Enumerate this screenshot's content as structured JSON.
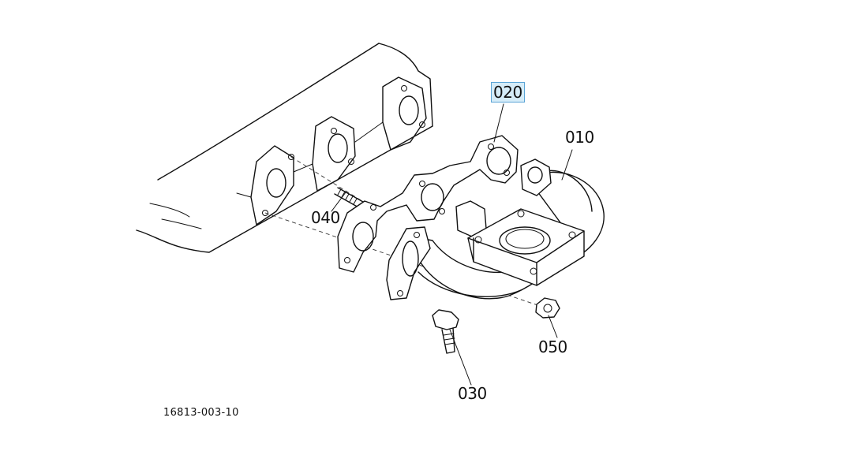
{
  "diagram": {
    "labels": [
      {
        "id": "010",
        "text": "010",
        "selected": false
      },
      {
        "id": "020",
        "text": "020",
        "selected": true
      },
      {
        "id": "030",
        "text": "030",
        "selected": false
      },
      {
        "id": "040",
        "text": "040",
        "selected": false
      },
      {
        "id": "050",
        "text": "050",
        "selected": false
      }
    ],
    "drawing_number": "16813-003-10"
  }
}
